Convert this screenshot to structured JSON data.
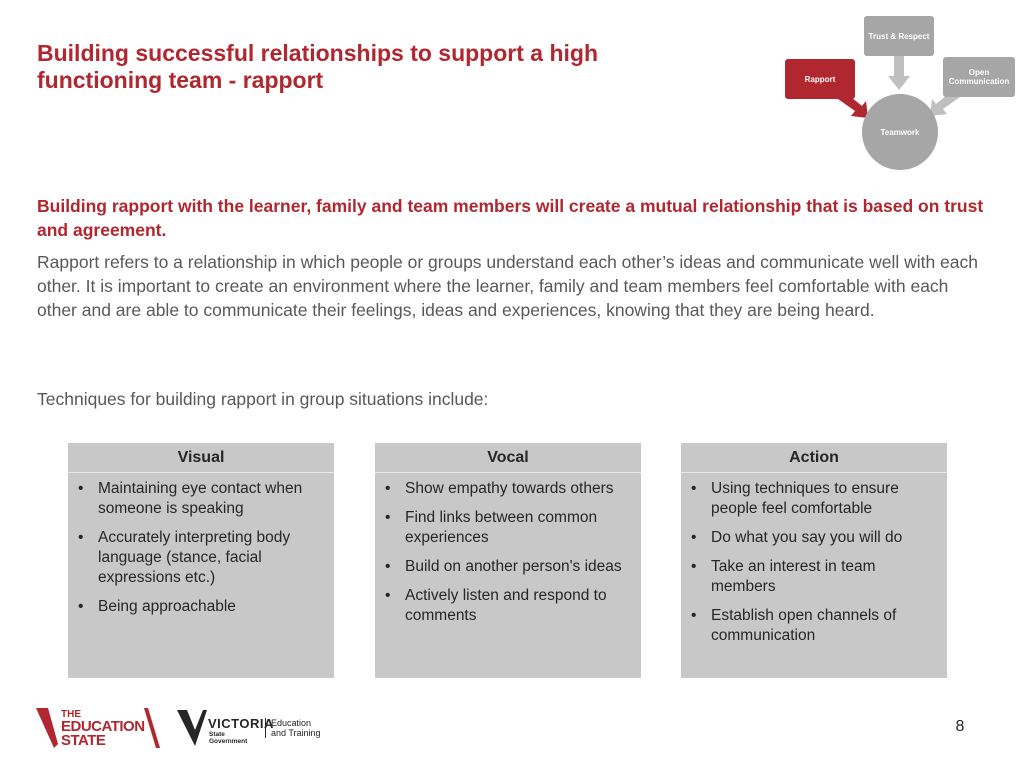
{
  "title": "Building successful relationships to support a high functioning team - rapport",
  "diagram": {
    "trust": "Trust & Respect",
    "rapport": "Rapport",
    "open": "Open Communication",
    "teamwork": "Teamwork",
    "colors": {
      "accent": "#b0272f",
      "grey": "#a6a6a6"
    }
  },
  "lead": "Building rapport with the learner, family and team members will create a mutual relationship that is based on trust and agreement.",
  "body": "Rapport refers to a relationship in which people or groups understand each other’s ideas and communicate well with each other. It is important to create an environment where the learner, family and team members feel comfortable with each other and are able to communicate their feelings, ideas and experiences, knowing that they are being heard.",
  "techniques_intro": "Techniques for building rapport in group situations include:",
  "columns": [
    {
      "heading": "Visual",
      "items": [
        "Maintaining eye contact when someone is speaking",
        "Accurately interpreting body language (stance, facial expressions etc.)",
        "Being approachable"
      ]
    },
    {
      "heading": "Vocal",
      "items": [
        "Show empathy towards others",
        "Find links between common experiences",
        "Build on another person's ideas",
        "Actively listen and respond to comments"
      ]
    },
    {
      "heading": "Action",
      "items": [
        "Using techniques to ensure people feel comfortable",
        "Do what you say you will do",
        "Take an interest in team members",
        "Establish open channels of communication"
      ]
    }
  ],
  "footer": {
    "edu_state": [
      "THE",
      "EDUCATION",
      "STATE"
    ],
    "victoria": "VICTORIA",
    "victoria_sub": [
      "State",
      "Government"
    ],
    "edu_training": [
      "Education",
      "and Training"
    ]
  },
  "page_number": "8"
}
